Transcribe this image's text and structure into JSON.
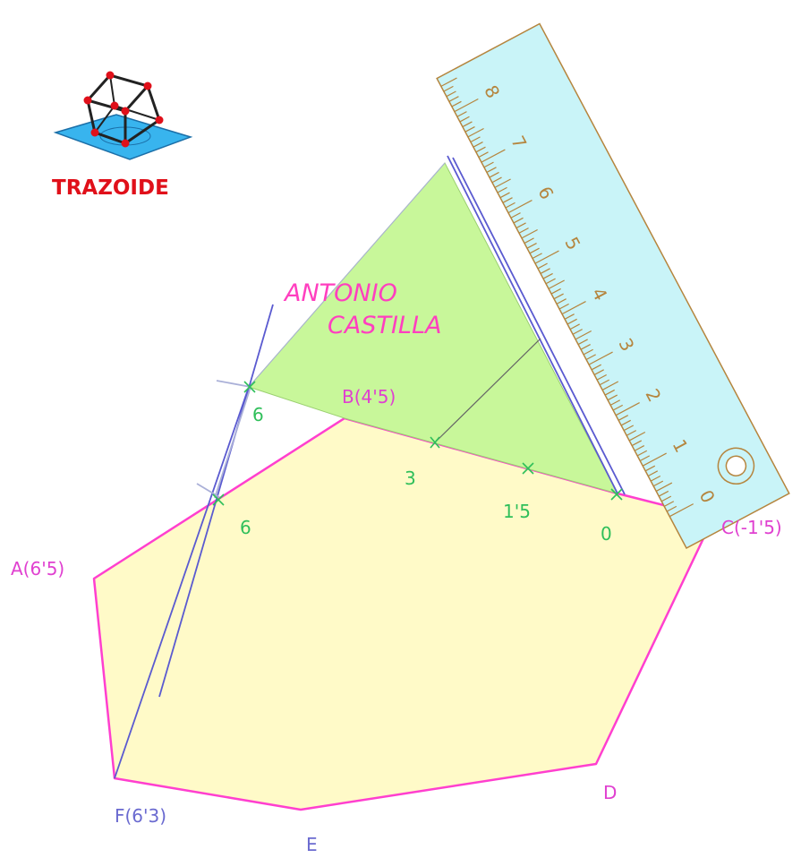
{
  "logo": {
    "text": "TRAZOIDE",
    "icon": "cube-on-plane-icon"
  },
  "author": {
    "line1": "ANTONIO",
    "line2": "CASTILLA"
  },
  "points": {
    "A": "A(6'5)",
    "B": "B(4'5)",
    "C": "C(-1'5)",
    "D": "D",
    "E": "E",
    "F": "F(6'3)"
  },
  "division_marks": {
    "zero": "0",
    "one_five": "1'5",
    "three": "3",
    "six_lower": "6",
    "six_upper": "6"
  },
  "ruler": {
    "numbers": [
      "0",
      "1",
      "2",
      "3",
      "4",
      "5",
      "6",
      "7",
      "8"
    ]
  },
  "colors": {
    "polygon_fill": "#fffac8",
    "polygon_stroke": "#ff3fcf",
    "triangle_fill": "#c8f79a",
    "ruler_fill": "#c9f4f8",
    "ruler_ticks": "#b5853e",
    "construction_lines": "#5555cc",
    "mark_color": "#2fbf5a",
    "label_pink": "#e040d0",
    "label_blue": "#6a6ad0"
  }
}
